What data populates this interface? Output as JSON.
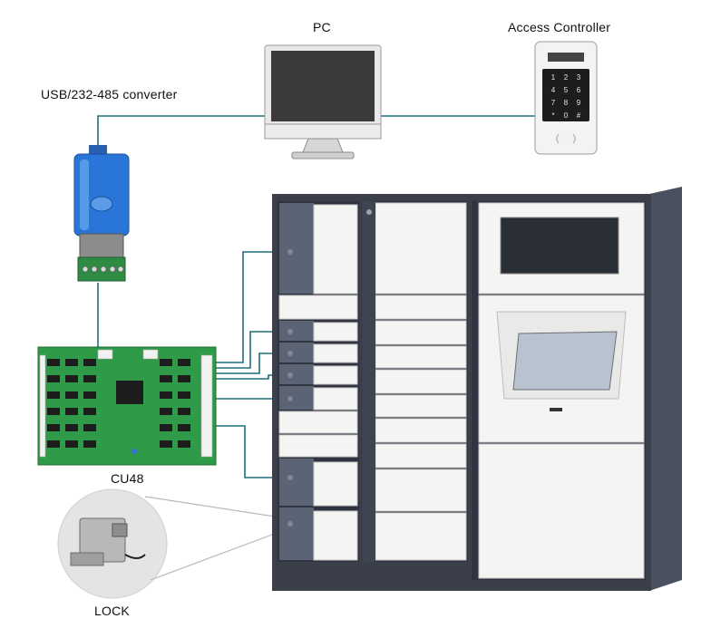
{
  "labels": {
    "pc": "PC",
    "access_controller": "Access Controller",
    "converter": "USB/232-485 converter",
    "board": "CU48",
    "lock": "LOCK"
  },
  "keypad": {
    "keys": [
      "1",
      "2",
      "3",
      "4",
      "5",
      "6",
      "7",
      "8",
      "9",
      "*",
      "0",
      "#"
    ]
  },
  "colors": {
    "wire": "#1f6f7a",
    "cabinet_frame": "#3a3f4a",
    "door": "#f4f4f2",
    "pcb": "#2f9a47",
    "converter": "#1f6fd0"
  }
}
